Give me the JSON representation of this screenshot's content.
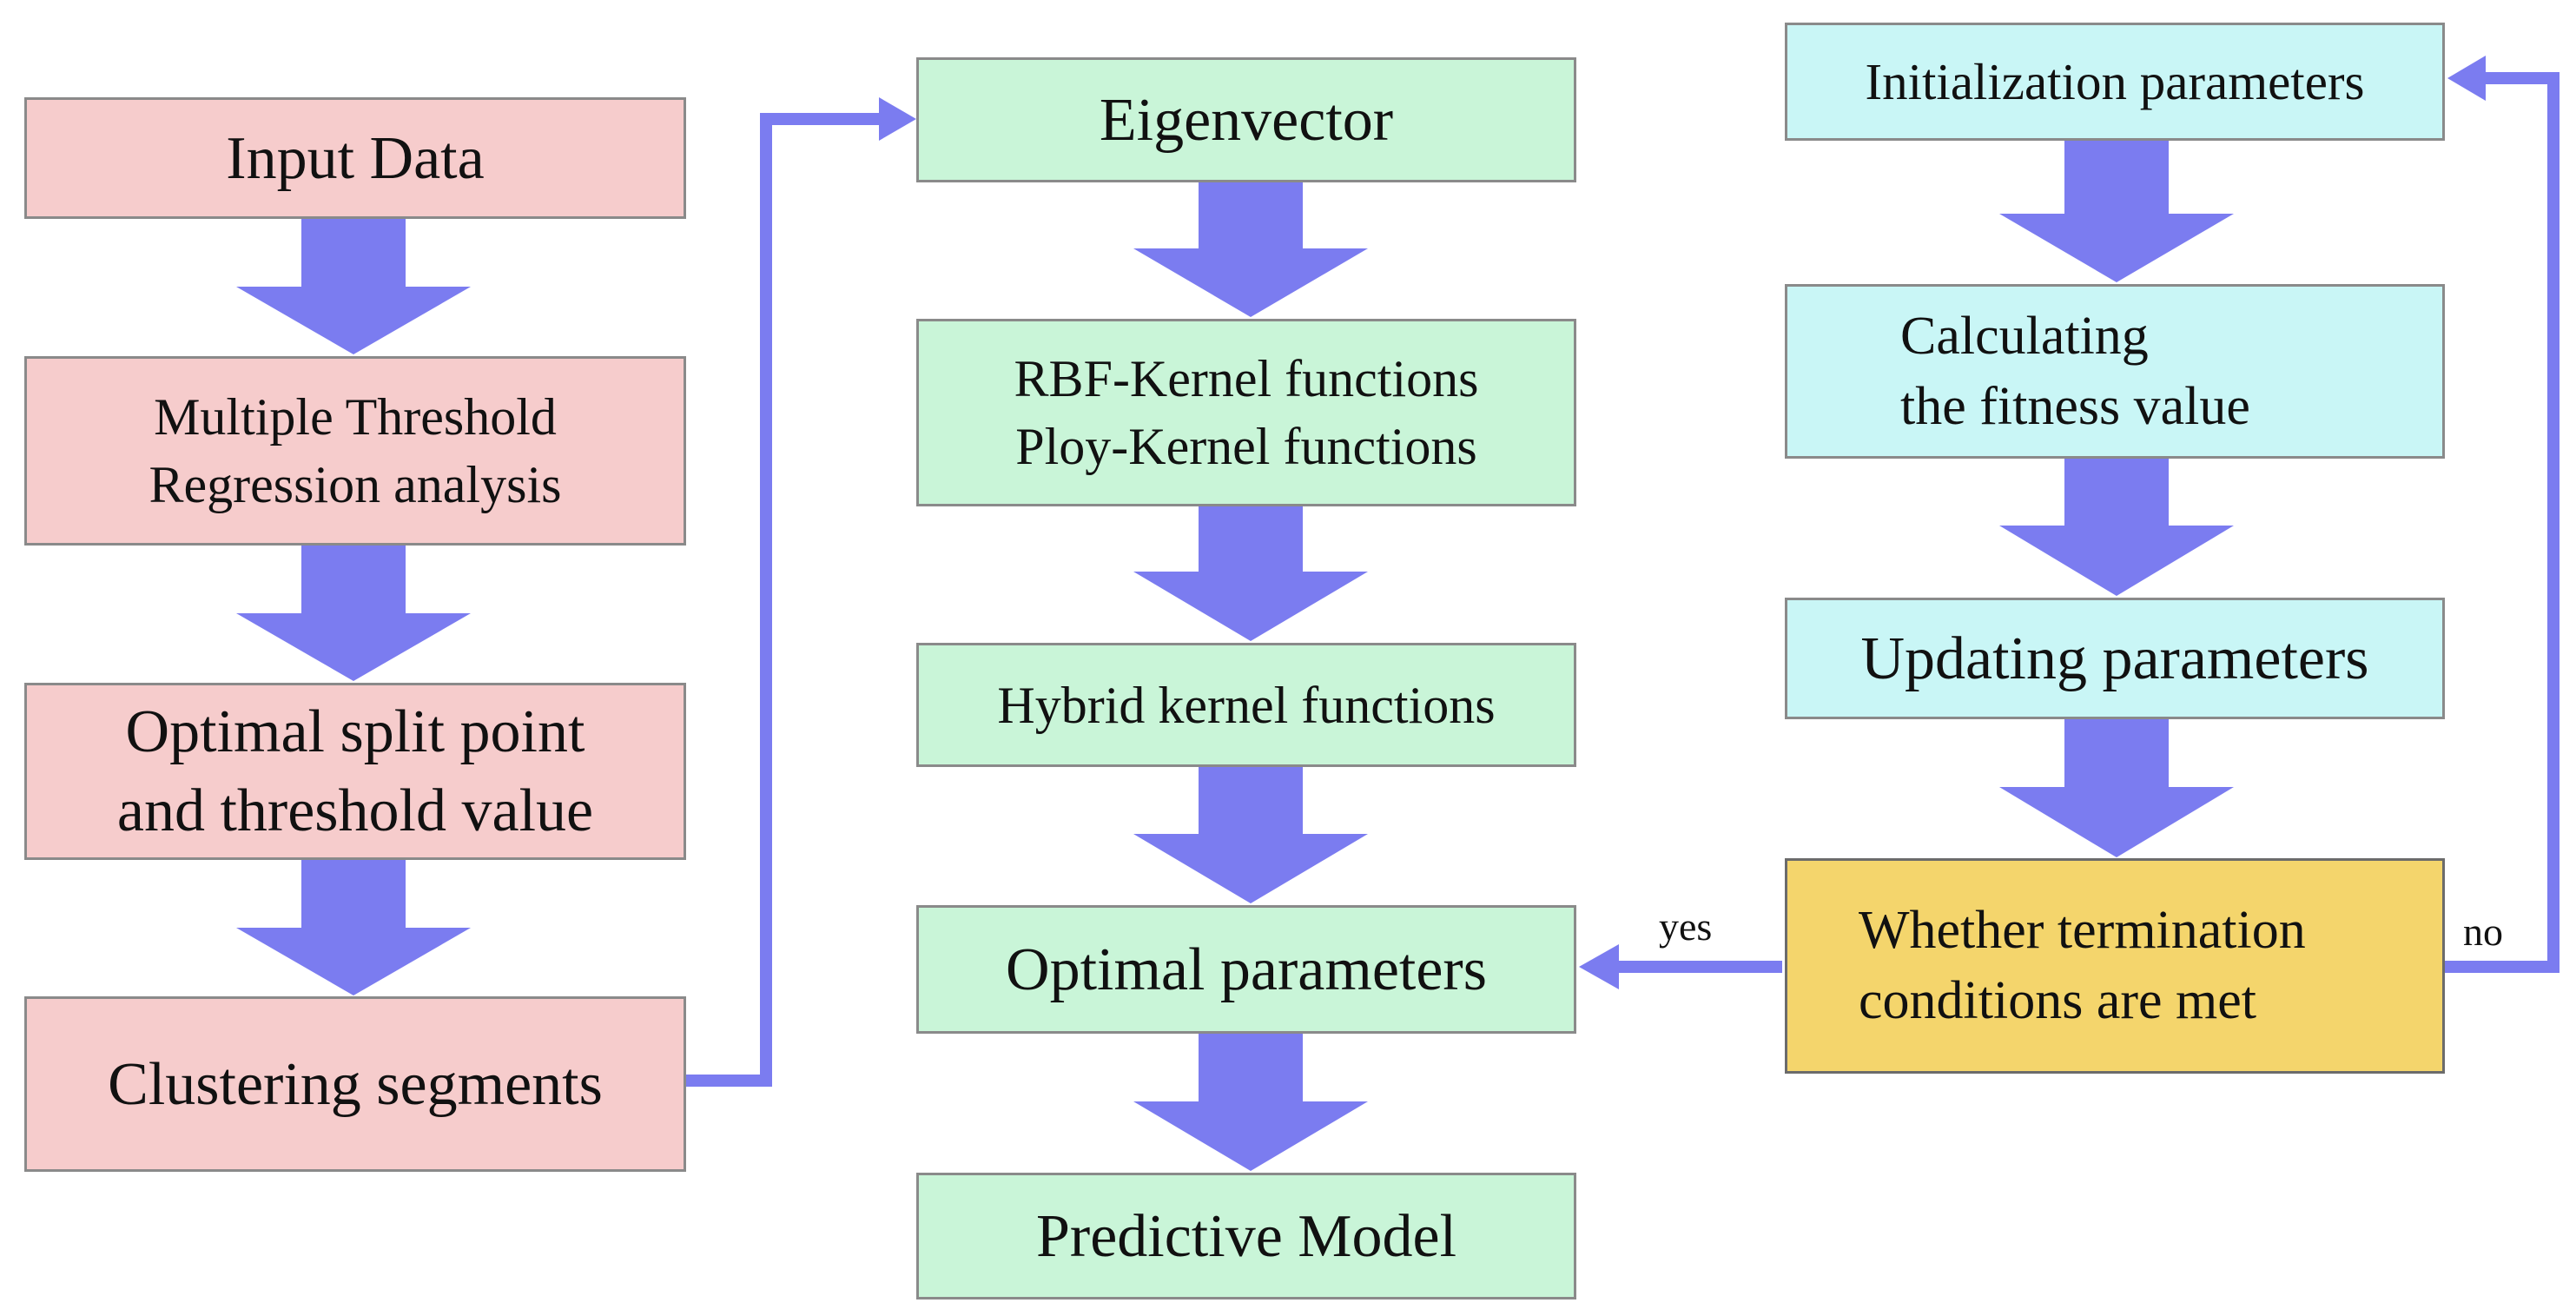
{
  "colors": {
    "arrow": "#7b7cf0",
    "pink_box": "#f6cccc",
    "green_box": "#c9f5d8",
    "cyan_box": "#c9f6f6",
    "gold_box": "#f4d56c"
  },
  "left_column": {
    "input_data": "Input Data",
    "mtr_line1": "Multiple Threshold",
    "mtr_line2": "Regression analysis",
    "split_line1": "Optimal split point",
    "split_line2": "and threshold value",
    "clustering": "Clustering segments"
  },
  "middle_column": {
    "eigenvector": "Eigenvector",
    "kernel_line1": "RBF-Kernel functions",
    "kernel_line2": "Ploy-Kernel functions",
    "hybrid": "Hybrid kernel functions",
    "optimal": "Optimal parameters",
    "predictive": "Predictive Model"
  },
  "right_column": {
    "init": "Initialization parameters",
    "fitness_line1": "Calculating",
    "fitness_line2": "the fitness value",
    "updating": "Updating parameters",
    "termination_line1": "Whether termination",
    "termination_line2": "conditions are met"
  },
  "edge_labels": {
    "yes": "yes",
    "no": "no"
  }
}
